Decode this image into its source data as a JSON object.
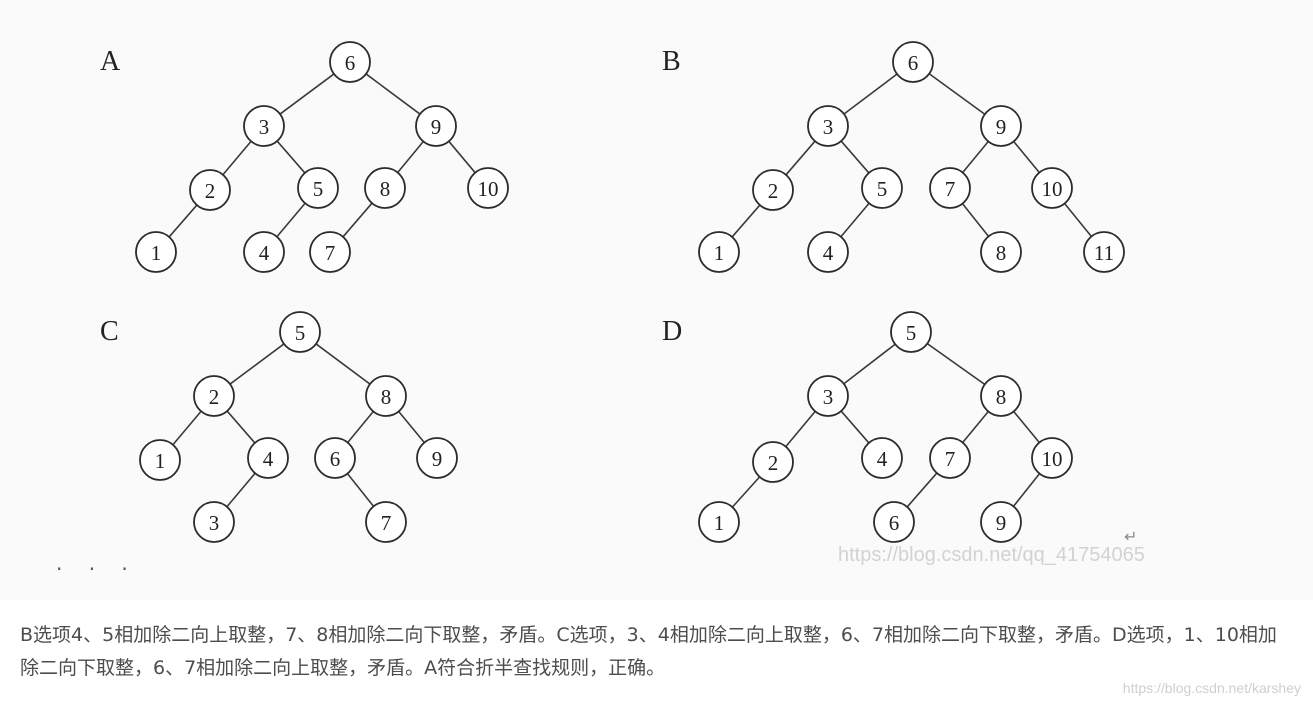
{
  "trees": [
    {
      "label": "A",
      "nodes": [
        {
          "id": "a6",
          "value": "6"
        },
        {
          "id": "a3",
          "value": "3"
        },
        {
          "id": "a9",
          "value": "9"
        },
        {
          "id": "a2",
          "value": "2"
        },
        {
          "id": "a5",
          "value": "5"
        },
        {
          "id": "a8",
          "value": "8"
        },
        {
          "id": "a10",
          "value": "10"
        },
        {
          "id": "a1",
          "value": "1"
        },
        {
          "id": "a4",
          "value": "4"
        },
        {
          "id": "a7",
          "value": "7"
        }
      ],
      "edges": [
        [
          "a6",
          "a3"
        ],
        [
          "a6",
          "a9"
        ],
        [
          "a3",
          "a2"
        ],
        [
          "a3",
          "a5"
        ],
        [
          "a9",
          "a8"
        ],
        [
          "a9",
          "a10"
        ],
        [
          "a2",
          "a1"
        ],
        [
          "a5",
          "a4"
        ],
        [
          "a8",
          "a7"
        ]
      ]
    },
    {
      "label": "B",
      "nodes": [
        {
          "id": "b6",
          "value": "6"
        },
        {
          "id": "b3",
          "value": "3"
        },
        {
          "id": "b9",
          "value": "9"
        },
        {
          "id": "b2",
          "value": "2"
        },
        {
          "id": "b5",
          "value": "5"
        },
        {
          "id": "b7",
          "value": "7"
        },
        {
          "id": "b10",
          "value": "10"
        },
        {
          "id": "b1",
          "value": "1"
        },
        {
          "id": "b4",
          "value": "4"
        },
        {
          "id": "b8",
          "value": "8"
        },
        {
          "id": "b11",
          "value": "11"
        }
      ],
      "edges": [
        [
          "b6",
          "b3"
        ],
        [
          "b6",
          "b9"
        ],
        [
          "b3",
          "b2"
        ],
        [
          "b3",
          "b5"
        ],
        [
          "b9",
          "b7"
        ],
        [
          "b9",
          "b10"
        ],
        [
          "b2",
          "b1"
        ],
        [
          "b5",
          "b4"
        ],
        [
          "b7",
          "b8"
        ],
        [
          "b10",
          "b11"
        ]
      ]
    },
    {
      "label": "C",
      "nodes": [
        {
          "id": "c5",
          "value": "5"
        },
        {
          "id": "c2",
          "value": "2"
        },
        {
          "id": "c8",
          "value": "8"
        },
        {
          "id": "c1",
          "value": "1"
        },
        {
          "id": "c4",
          "value": "4"
        },
        {
          "id": "c6",
          "value": "6"
        },
        {
          "id": "c9",
          "value": "9"
        },
        {
          "id": "c3",
          "value": "3"
        },
        {
          "id": "c7",
          "value": "7"
        }
      ],
      "edges": [
        [
          "c5",
          "c2"
        ],
        [
          "c5",
          "c8"
        ],
        [
          "c2",
          "c1"
        ],
        [
          "c2",
          "c4"
        ],
        [
          "c8",
          "c6"
        ],
        [
          "c8",
          "c9"
        ],
        [
          "c4",
          "c3"
        ],
        [
          "c6",
          "c7"
        ]
      ]
    },
    {
      "label": "D",
      "nodes": [
        {
          "id": "d5",
          "value": "5"
        },
        {
          "id": "d3",
          "value": "3"
        },
        {
          "id": "d8",
          "value": "8"
        },
        {
          "id": "d2",
          "value": "2"
        },
        {
          "id": "d4",
          "value": "4"
        },
        {
          "id": "d7",
          "value": "7"
        },
        {
          "id": "d10",
          "value": "10"
        },
        {
          "id": "d1",
          "value": "1"
        },
        {
          "id": "d6",
          "value": "6"
        },
        {
          "id": "d9",
          "value": "9"
        }
      ],
      "edges": [
        [
          "d5",
          "d3"
        ],
        [
          "d5",
          "d8"
        ],
        [
          "d3",
          "d2"
        ],
        [
          "d3",
          "d4"
        ],
        [
          "d8",
          "d7"
        ],
        [
          "d8",
          "d10"
        ],
        [
          "d2",
          "d1"
        ],
        [
          "d7",
          "d6"
        ],
        [
          "d10",
          "d9"
        ]
      ]
    }
  ],
  "figure_watermark": "https://blog.csdn.net/qq_41754065",
  "ellipsis": "· · ·",
  "explanation": "B选项4、5相加除二向上取整，7、8相加除二向下取整，矛盾。C选项，3、4相加除二向上取整，6、7相加除二向下取整，矛盾。D选项，1、10相加除二向下取整，6、7相加除二向上取整，矛盾。A符合折半查找规则，正确。",
  "page_watermark": "https://blog.csdn.net/karshey"
}
